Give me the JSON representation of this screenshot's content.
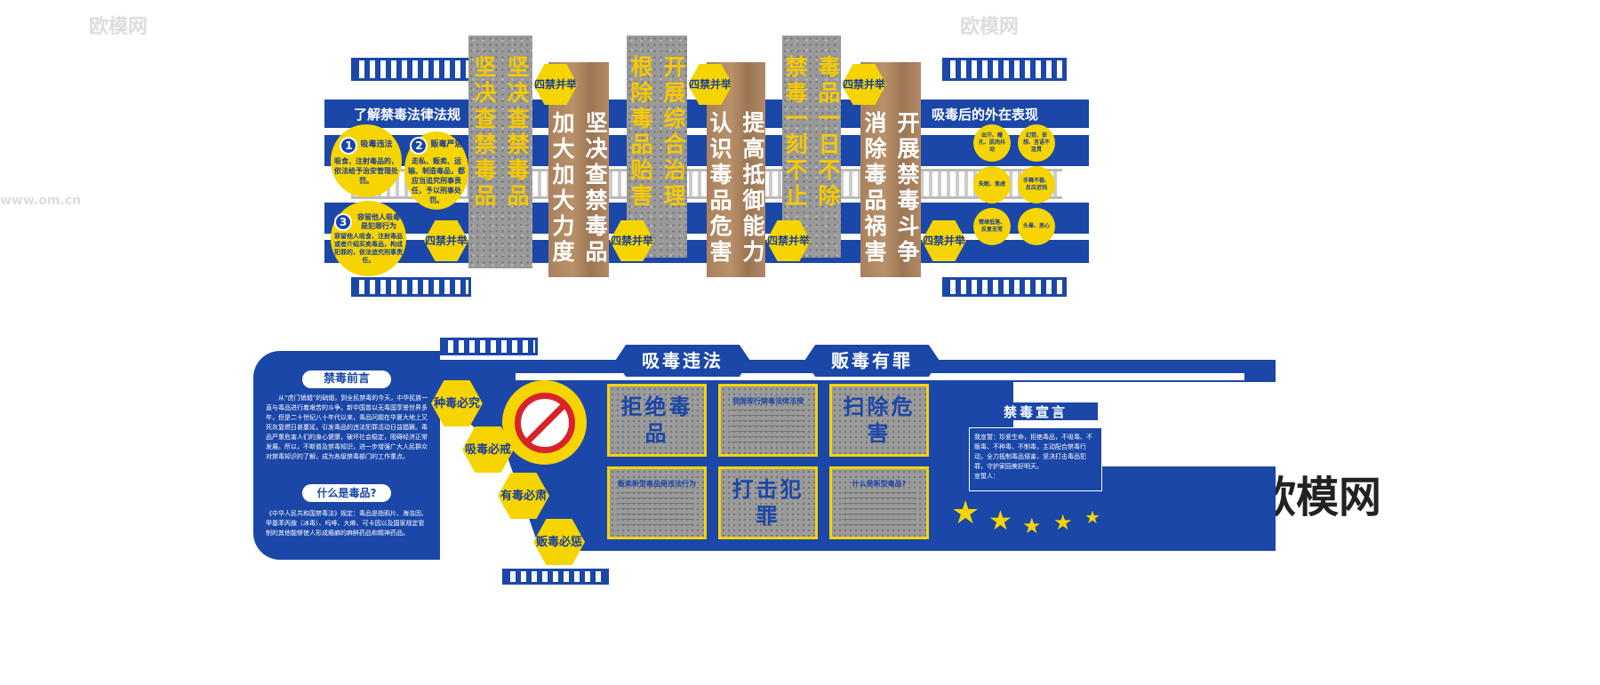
{
  "top": {
    "left_title": "了解禁毒法律法规",
    "right_title": "吸毒后的外在表现",
    "laws": [
      {
        "num": "1",
        "title": "吸毒违法",
        "text": "吸食、注射毒品的，依法给予治安管理处罚。"
      },
      {
        "num": "2",
        "title": "贩毒严惩",
        "text": "走私、贩卖、运输、制造毒品，都应当追究刑事责任，予以刑事处罚。"
      },
      {
        "num": "3",
        "title": "容留他人吸毒是犯罪行为",
        "text": "容留他人吸食、注射毒品或者介绍买卖毒品，构成犯罪的，依法追究刑事责任。"
      }
    ],
    "symptoms": [
      "出汗、瞳孔、肌肉抖动",
      "幻觉、妄想、言语不连贯",
      "失眠、焦虑",
      "手舞不稳、反应迟钝",
      "情绪低落、反复无常",
      "头晕、恶心"
    ],
    "badge": "四禁并举",
    "pillars": [
      {
        "type": "stone",
        "lines": [
          "坚决查禁毒品",
          "坚决查禁毒品"
        ]
      },
      {
        "type": "wood",
        "lines": [
          "坚决查禁毒品",
          "加大加大力度"
        ]
      },
      {
        "type": "stone",
        "lines": [
          "开展综合治理",
          "根除毒品贻害"
        ]
      },
      {
        "type": "wood",
        "lines": [
          "提高抵御能力",
          "认识毒品危害"
        ]
      },
      {
        "type": "stone",
        "lines": [
          "毒品一日不除",
          "禁毒一刻不止"
        ]
      },
      {
        "type": "wood",
        "lines": [
          "开展禁毒斗争",
          "消除毒品祸害"
        ]
      }
    ]
  },
  "bottom": {
    "preface_title": "禁毒前言",
    "preface_text": "从“虎门销烟”的硝烟，到全民禁毒的今天，中华民族一直与毒品进行着艰苦的斗争。新中国曾以无毒国享誉世界多年，但是二十世纪八十年代以来，毒品问题在华夏大地上又死灰复燃日甚蔓延，引发毒品的违法犯罪活动日益猖獗。毒品严重危害人们的身心健康，破坏社会稳定，阻碍经济正常发展。所以，不断普及禁毒知识，进一步增强广大人民群众对禁毒知识的了解，成为各级禁毒部门的工作重点。",
    "what_title": "什么是毒品?",
    "what_text": "《中华人民共和国禁毒法》规定：毒品是指鸦片、海洛因、甲基苯丙胺（冰毒）、吗啡、大麻、可卡因以及国家规定管制的其他能够使人形成瘾癖的麻醉药品和精神药品。",
    "hex_badges": [
      "种毒必究",
      "吸毒必戒",
      "有毒必肃",
      "贩毒必惩"
    ],
    "banner_left": "吸毒违法",
    "banner_right": "贩毒有罪",
    "panels": [
      "拒绝毒品",
      "我国现行禁毒法律法规",
      "扫除危害",
      "贩卖新型毒品是违法行为",
      "打击犯罪",
      "什么是新型毒品?"
    ],
    "declaration_title": "禁毒宣言",
    "declaration_text": "我宣誓：珍爱生命，拒绝毒品，不吸毒、不贩毒、不种毒、不制毒，主动配合禁毒行动，全力抵制毒品侵害，坚决打击毒品犯罪，守护家园美好明天。",
    "declaration_sign": "宣誓人："
  },
  "watermark": {
    "logo": "欧模网",
    "url": "www.om.cn"
  }
}
